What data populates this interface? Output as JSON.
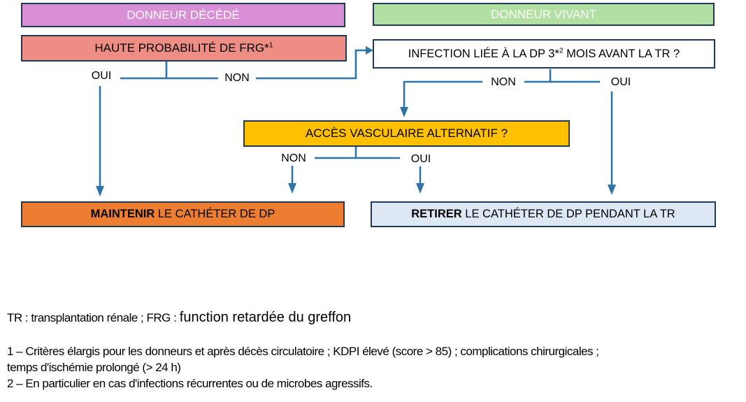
{
  "diagram": {
    "deceased_header": "DONNEUR DÉCÉDÉ",
    "living_header": "DONNEUR VIVANT",
    "frg_question": {
      "text": "HAUTE PROBABILITÉ DE FRG*",
      "sup": "1"
    },
    "infection_question": {
      "text_before": "INFECTION LIÉE À LA DP 3*",
      "sup": "2",
      "text_after": " MOIS AVANT LA TR ?"
    },
    "vascular_question": "ACCÈS VASCULAIRE ALTERNATIF ?",
    "keep_outcome": {
      "bold": "MAINTENIR",
      "rest": " LE CATHÉTER DE DP"
    },
    "remove_outcome": {
      "bold": "RETIRER",
      "rest": " LE CATHÉTER DE DP PENDANT LA TR"
    },
    "labels": {
      "frg_yes": "OUI",
      "frg_no": "NON",
      "infection_no": "NON",
      "infection_yes": "OUI",
      "vascular_no": "NON",
      "vascular_yes": "OUI"
    }
  },
  "legend": {
    "prefix": "TR : transplantation rénale ; FRG :",
    "emphasis": "function retardée du greffon"
  },
  "footnotes": {
    "note1_line1": "1 – Critères élargis pour les donneurs et après décès circulatoire ; KDPI élevé (score > 85) ; complications chirurgicales ;",
    "note1_line2": "temps d'ischémie prolongé (> 24 h)",
    "note2": "2 – En particulier en cas d'infections récurrentes ou de microbes agressifs."
  },
  "colors": {
    "fill_deceased": "#d98fd6",
    "fill_living": "#b2dfa2",
    "fill_frg": "#ee8d84",
    "fill_infection": "#ffffff",
    "fill_vascular": "#fec000",
    "fill_keep": "#ed7d31",
    "fill_remove": "#dde8f4",
    "border_navy": "#1f3a54",
    "line_blue": "#2e74a8",
    "text_light": "#ffffff"
  }
}
